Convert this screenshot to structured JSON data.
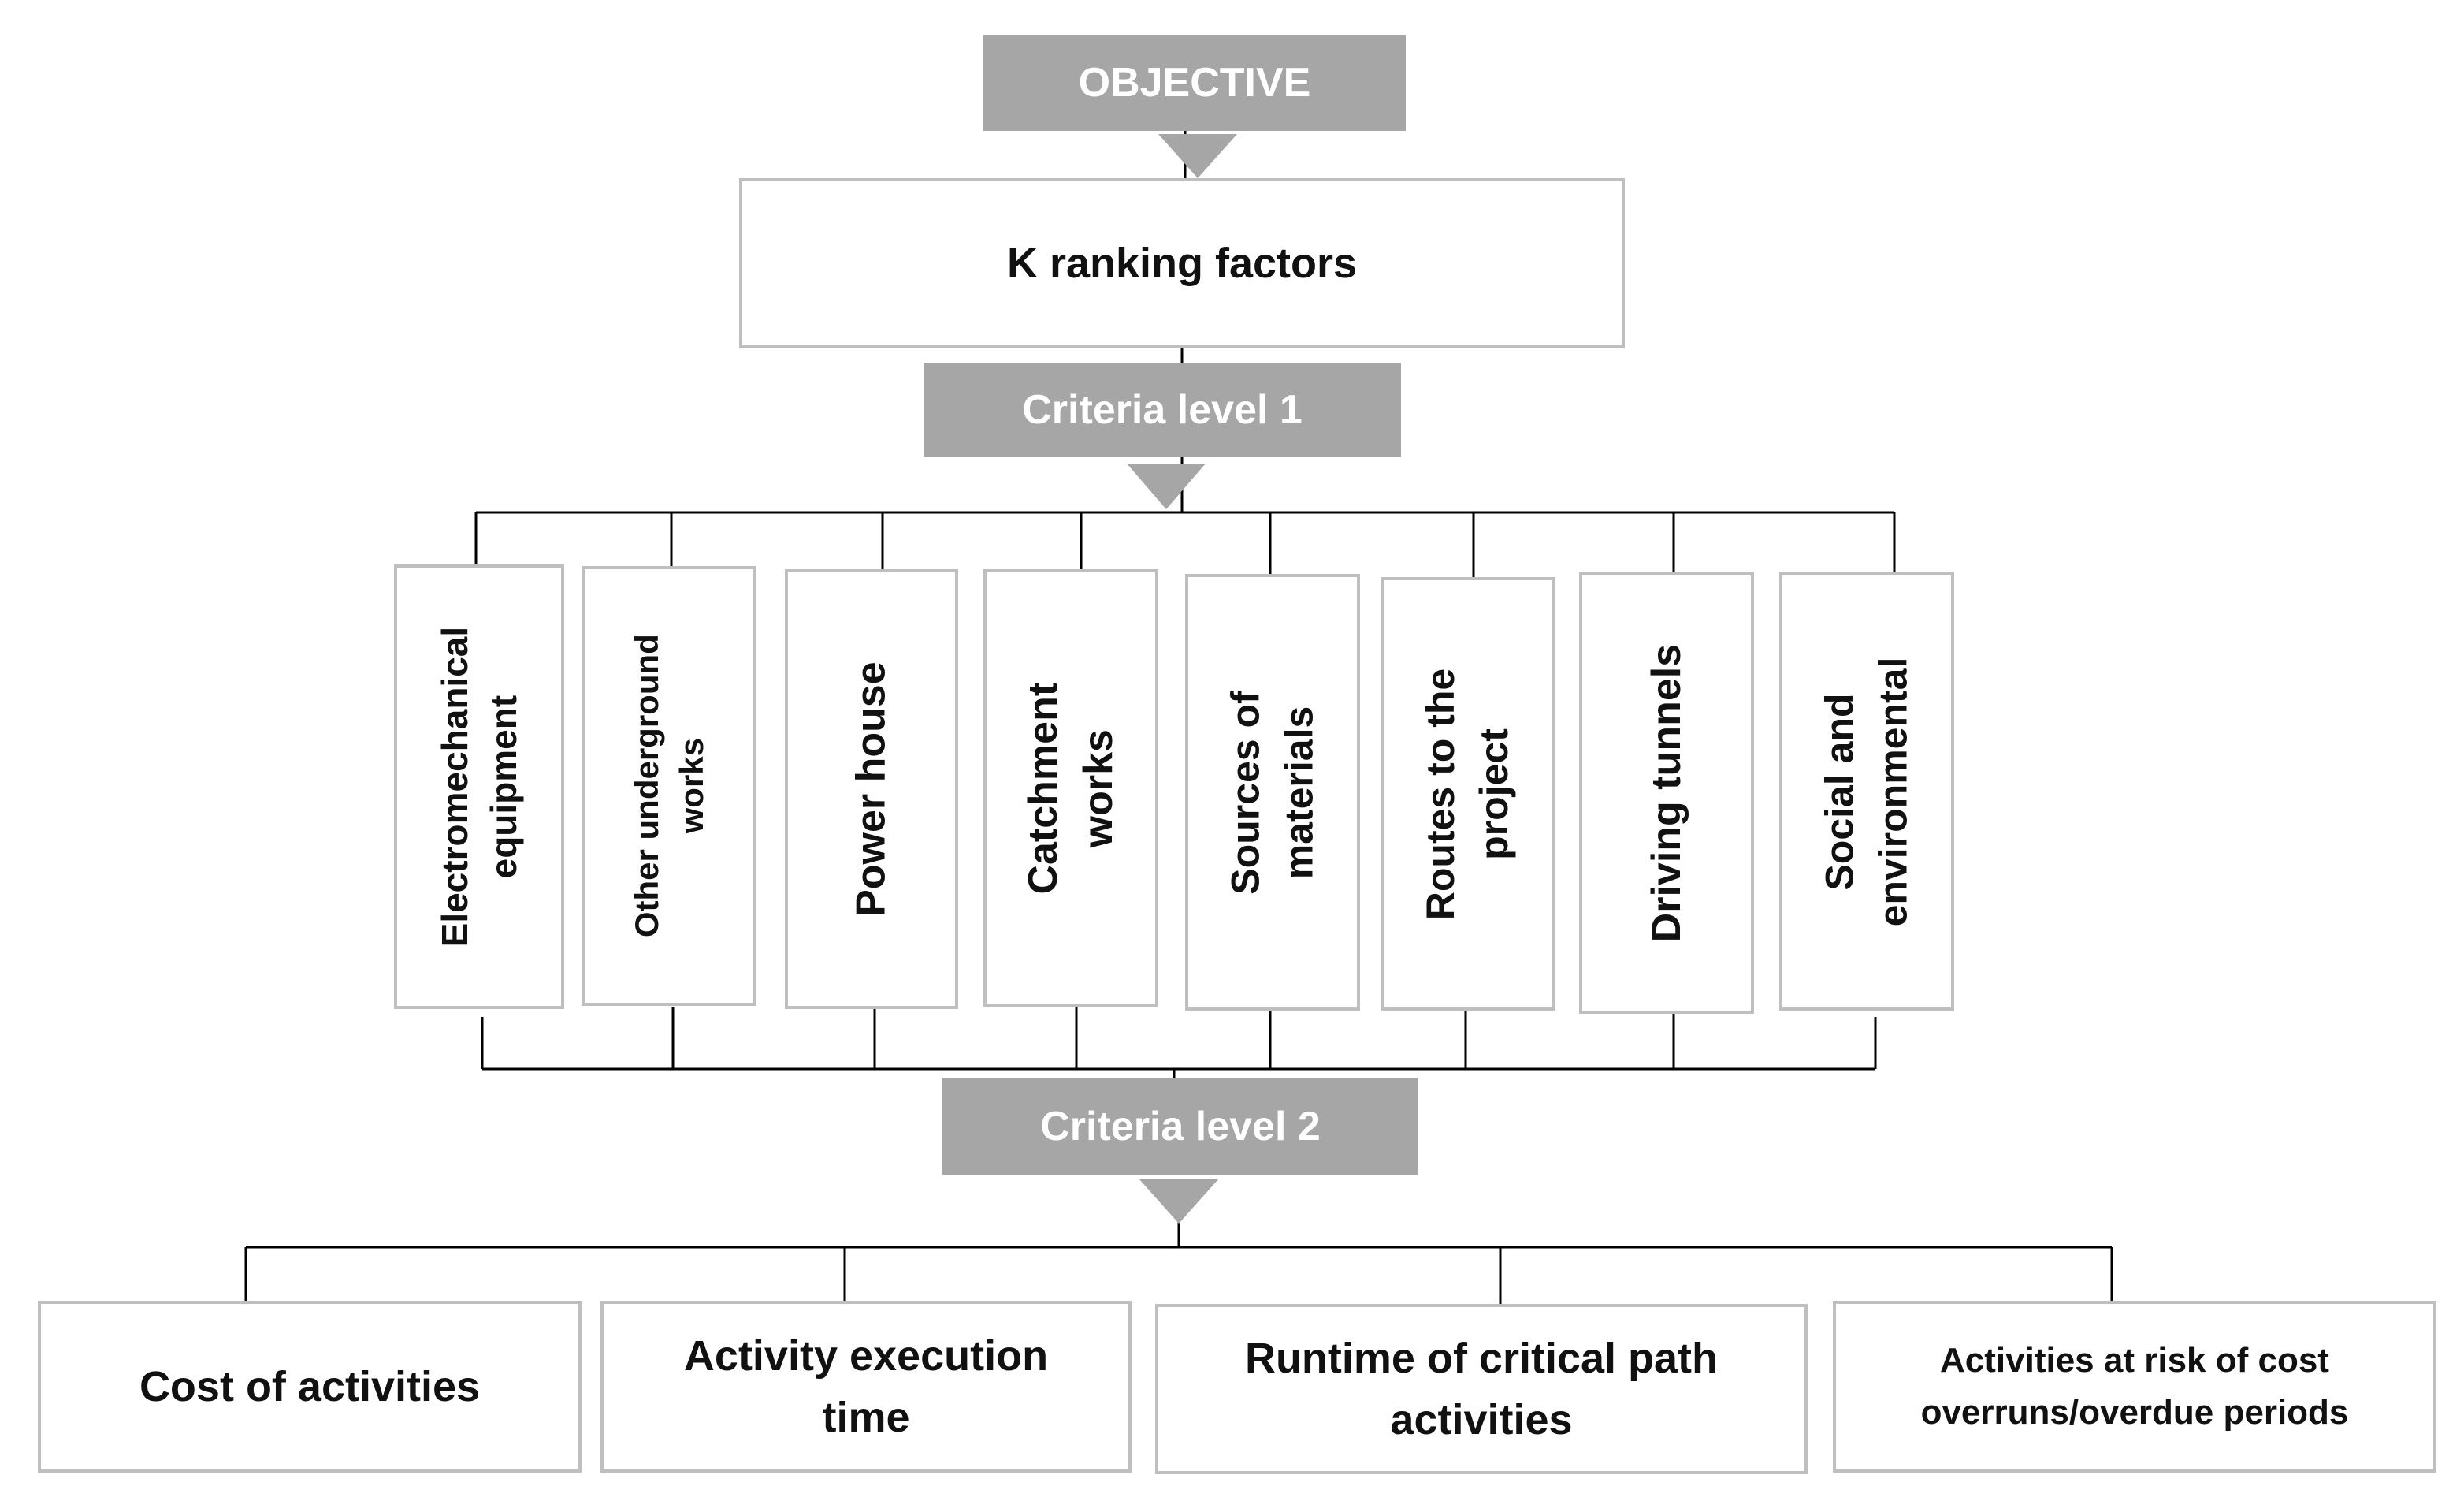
{
  "objective": {
    "label": "OBJECTIVE"
  },
  "goal": {
    "label": "K ranking factors"
  },
  "criteria_level_1": {
    "label": "Criteria level 1",
    "items": [
      {
        "lines": [
          "Electromechanical",
          "equipment"
        ]
      },
      {
        "lines": [
          "Other underground",
          "works"
        ]
      },
      {
        "lines": [
          "Power house"
        ]
      },
      {
        "lines": [
          "Catchment",
          "works"
        ]
      },
      {
        "lines": [
          "Sources of",
          "materials"
        ]
      },
      {
        "lines": [
          "Routes to the",
          "project"
        ]
      },
      {
        "lines": [
          "Driving tunnels"
        ]
      },
      {
        "lines": [
          "Social and",
          "environmental"
        ]
      }
    ]
  },
  "criteria_level_2": {
    "label": "Criteria level 2",
    "items": [
      {
        "lines": [
          "Cost of activities"
        ]
      },
      {
        "lines": [
          "Activity execution",
          "time"
        ]
      },
      {
        "lines": [
          "Runtime of critical path",
          "activities"
        ]
      },
      {
        "lines": [
          "Activities at risk of cost",
          "overruns/overdue periods"
        ]
      }
    ]
  },
  "colors": {
    "header_fill": "#a6a6a6",
    "box_border": "#bfbfbf",
    "connector": "#000000",
    "text": "#111111"
  }
}
